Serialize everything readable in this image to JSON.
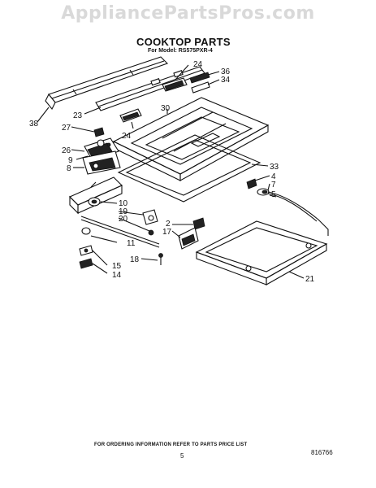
{
  "watermark": "AppliancePartsPros.com",
  "title": "COOKTOP PARTS",
  "subtitle": "For Model: RS575PXR-4",
  "footer": "FOR ORDERING INFORMATION REFER TO PARTS PRICE LIST",
  "page_number": "5",
  "doc_number": "816766",
  "callouts": [
    {
      "id": "c38",
      "text": "38"
    },
    {
      "id": "c27",
      "text": "27"
    },
    {
      "id": "c23",
      "text": "23"
    },
    {
      "id": "c24a",
      "text": "24"
    },
    {
      "id": "c24b",
      "text": "24"
    },
    {
      "id": "c36",
      "text": "36"
    },
    {
      "id": "c34",
      "text": "34"
    },
    {
      "id": "c30",
      "text": "30"
    },
    {
      "id": "c26",
      "text": "26"
    },
    {
      "id": "c9",
      "text": "9"
    },
    {
      "id": "c8",
      "text": "8"
    },
    {
      "id": "c33",
      "text": "33"
    },
    {
      "id": "c4",
      "text": "4"
    },
    {
      "id": "c7",
      "text": "7"
    },
    {
      "id": "c5",
      "text": "5"
    },
    {
      "id": "c10",
      "text": "10"
    },
    {
      "id": "c19",
      "text": "19"
    },
    {
      "id": "c20",
      "text": "20"
    },
    {
      "id": "c2",
      "text": "2"
    },
    {
      "id": "c17",
      "text": "17"
    },
    {
      "id": "c11",
      "text": "11"
    },
    {
      "id": "c18",
      "text": "18"
    },
    {
      "id": "c15",
      "text": "15"
    },
    {
      "id": "c14",
      "text": "14"
    },
    {
      "id": "c21",
      "text": "21"
    }
  ]
}
